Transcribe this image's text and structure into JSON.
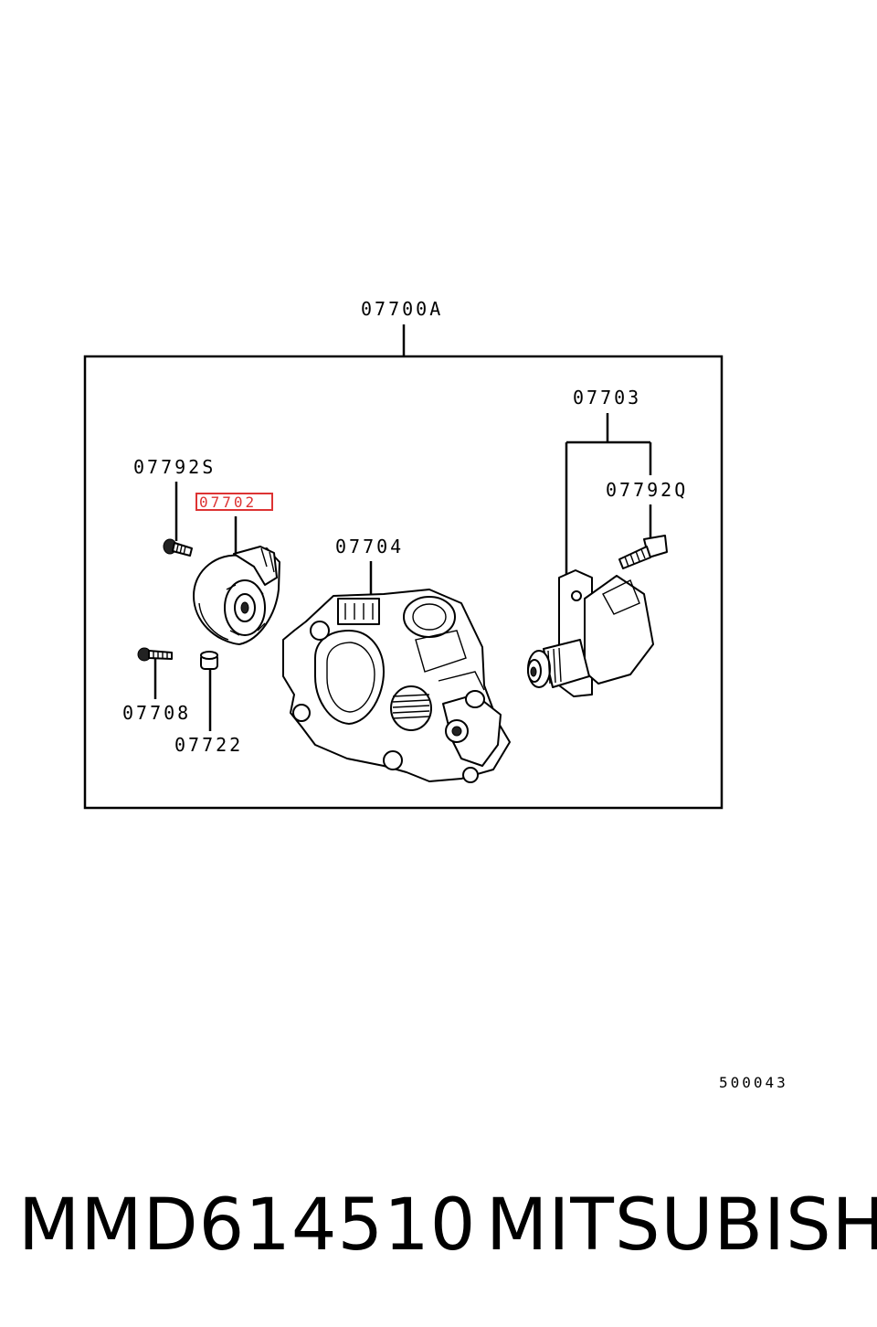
{
  "diagram": {
    "assembly_label": "07700A",
    "part_labels": {
      "p07703": "07703",
      "p07792S": "07792S",
      "p07702": "07702",
      "p07704": "07704",
      "p07792Q": "07792Q",
      "p07708": "07708",
      "p07722": "07722"
    },
    "highlighted_part": "07702",
    "highlight_color": "#d33333",
    "diagram_code": "500043"
  },
  "footer": {
    "part_number": "MMD614510",
    "brand": "MITSUBISHI"
  }
}
